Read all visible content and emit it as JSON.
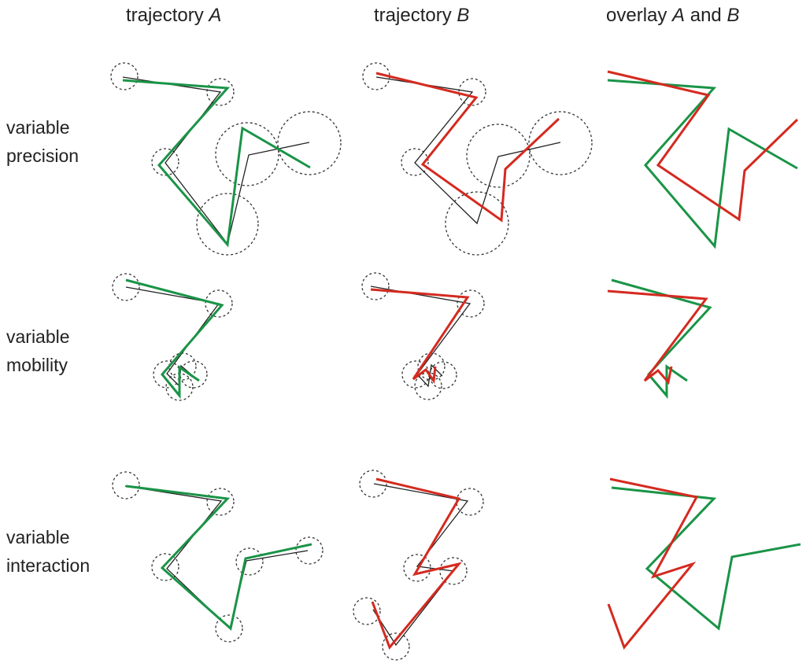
{
  "headers": {
    "a": {
      "text": "trajectory ",
      "italic": "A",
      "tail": ""
    },
    "b": {
      "text": "trajectory ",
      "italic": "B",
      "tail": ""
    },
    "overlay": {
      "text": "overlay ",
      "italic": "A",
      "mid": " and ",
      "italic2": "B"
    }
  },
  "rows": [
    {
      "line1": "variable",
      "line2": "precision"
    },
    {
      "line1": "variable",
      "line2": "mobility"
    },
    {
      "line1": "variable",
      "line2": "interaction"
    }
  ],
  "colors": {
    "green": "#1a9447",
    "red": "#d42a20",
    "truth": "#222222",
    "circle": "#333333"
  }
}
